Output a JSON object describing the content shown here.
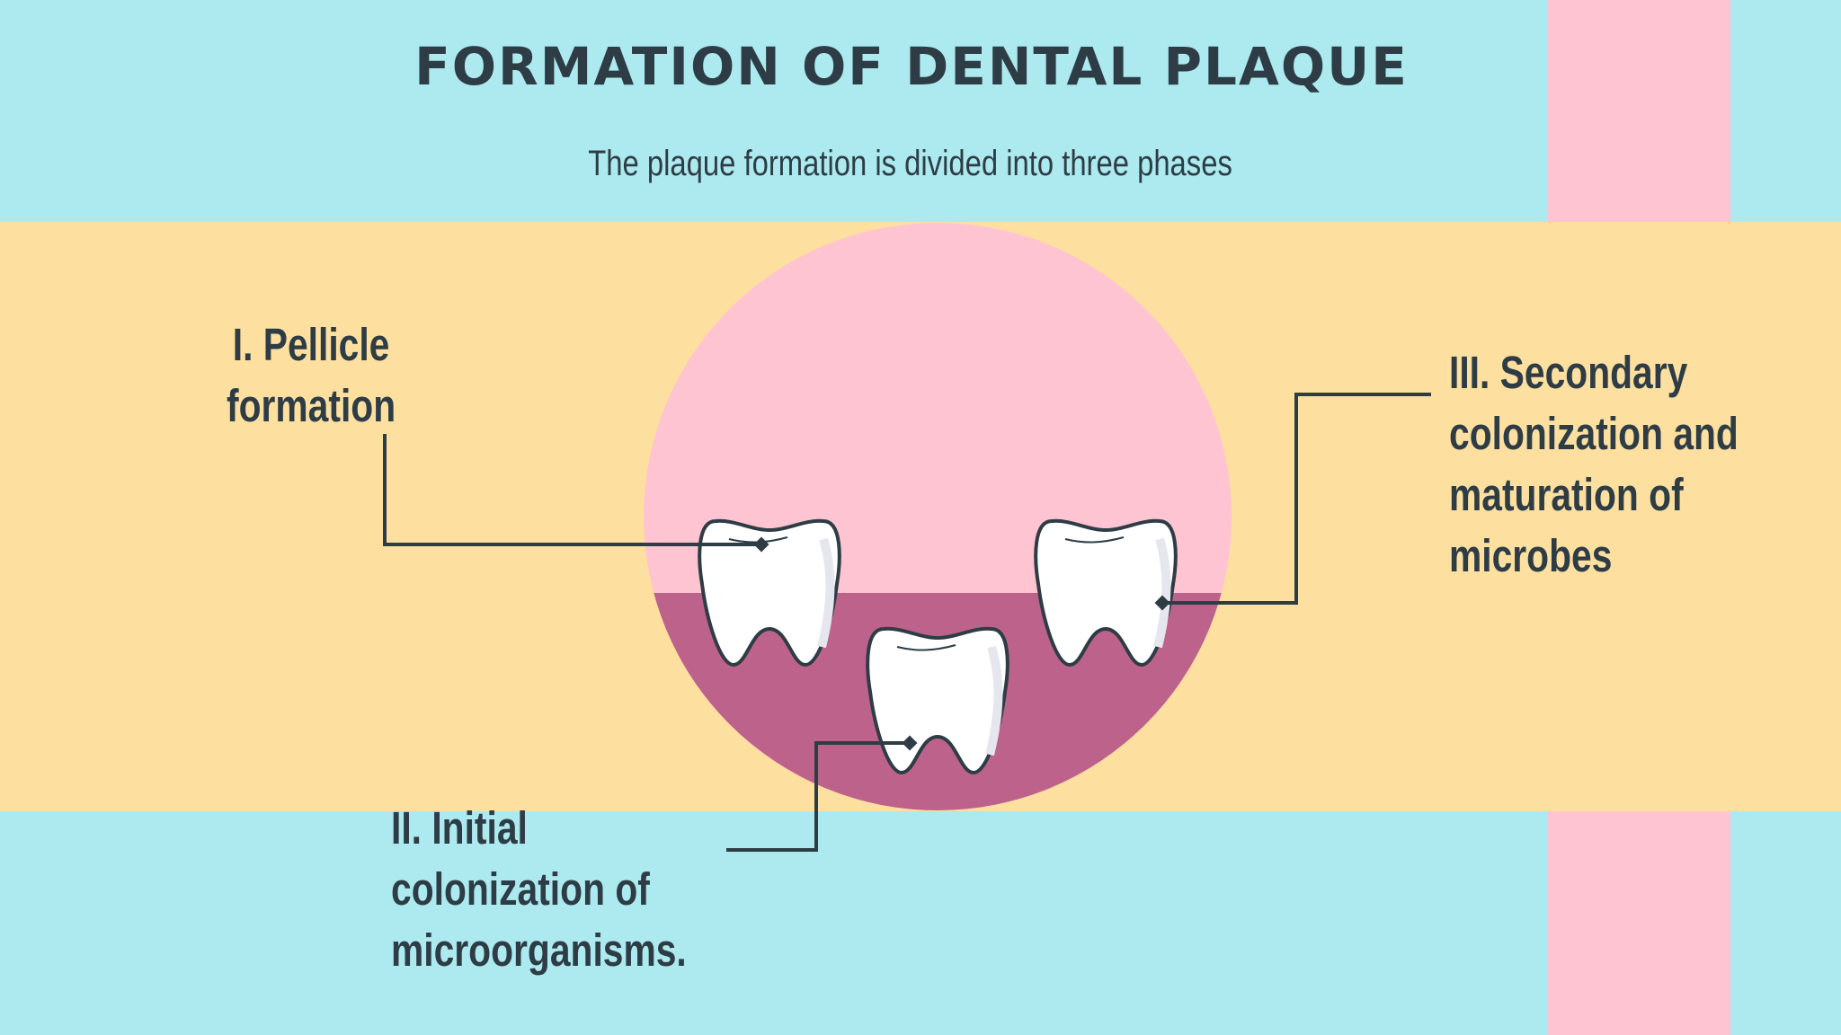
{
  "title": "FORMATION OF DENTAL PLAQUE",
  "subtitle": "The plaque formation is divided into three phases",
  "phases": [
    {
      "lines": [
        "I. Pellicle",
        "formation"
      ]
    },
    {
      "lines": [
        "II. Initial",
        "colonization of",
        "microorganisms."
      ]
    },
    {
      "lines": [
        "III. Secondary",
        "colonization and",
        "maturation of",
        "microbes"
      ]
    }
  ],
  "colors": {
    "sky": "#aceaf0",
    "band": "#fddfa0",
    "pink": "#ffc4d2",
    "plaque": "#bd628b",
    "text": "#2e3d45",
    "tooth": "#ffffff"
  }
}
